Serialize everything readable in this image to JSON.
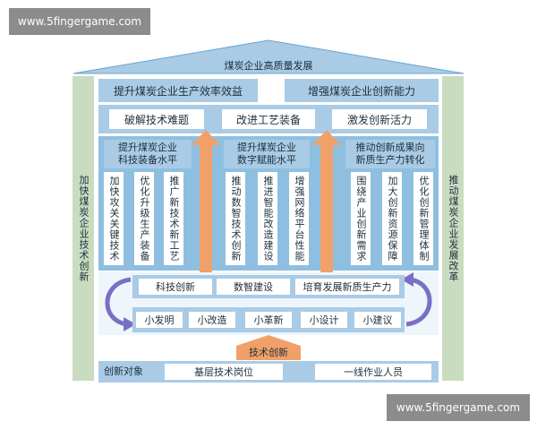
{
  "watermark": {
    "top": "www.5fingergame.com",
    "bottom": "www.5fingergame.com"
  },
  "diagram": {
    "roof_title": "煤炭企业高质量发展",
    "left_pillar": "加快煤炭企业技术创新",
    "right_pillar": "推动煤炭企业发展改革",
    "goals": [
      "提升煤炭企业生产效率效益",
      "增强煤炭企业创新能力"
    ],
    "actions": [
      "破解技术难题",
      "改进工艺装备",
      "激发创新活力"
    ],
    "headers": [
      "提升煤炭企业\n科技装备水平",
      "提升煤炭企业\n数字赋能水平",
      "推动创新成果向\n新质生产力转化"
    ],
    "columns": [
      "加快攻关关键技术",
      "优化升级生产装备",
      "推广新技术新工艺",
      "推动数智技术创新",
      "推进智能改造建设",
      "增强网络平台性能",
      "围绕产业创新需求",
      "加大创新资源保障",
      "优化创新管理体制"
    ],
    "cycle_top": [
      "科技创新",
      "数智建设",
      "培育发展新质生产力"
    ],
    "cycle_bottom": [
      "小发明",
      "小改造",
      "小革新",
      "小设计",
      "小建议"
    ],
    "foundation_label": "技术创新",
    "base_label": "创新对象",
    "base_items": [
      "基层技术岗位",
      "一线作业人员"
    ]
  }
}
